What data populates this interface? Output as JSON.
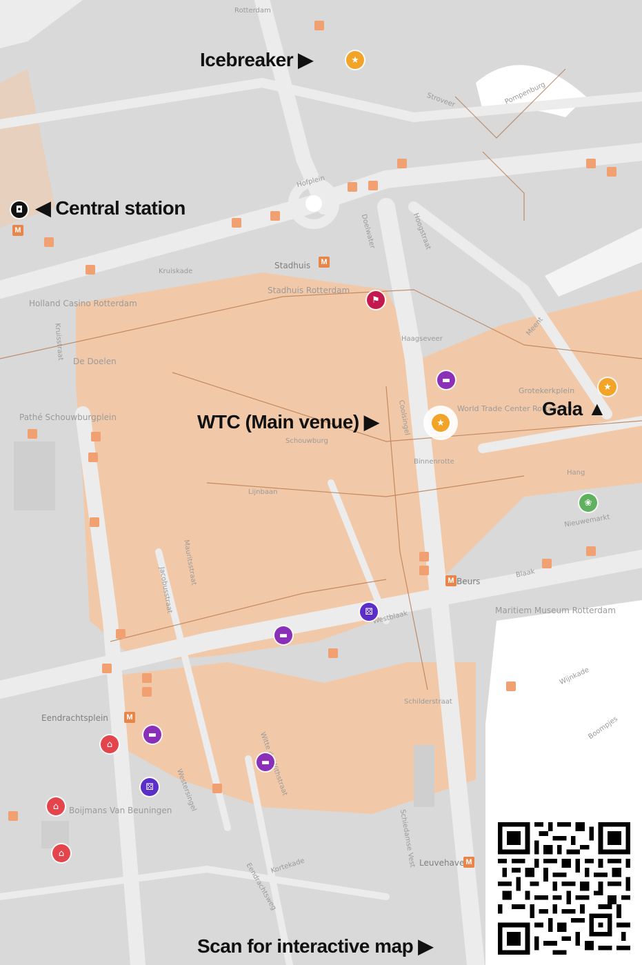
{
  "map": {
    "events": {
      "icebreaker": "Icebreaker ▶",
      "central_station": "◀ Central station",
      "wtc": "WTC (Main venue) ▶",
      "gala": "Gala ▲",
      "scan": "Scan for interactive map ▶"
    },
    "street_labels": {
      "rotterdam": "Rotterdam",
      "hofplein": "Hofplein",
      "pompenburg": "Pompenburg",
      "stroveer": "Stroveer",
      "stadhuis": "Stadhuis",
      "stadhuis_rotterdam": "Stadhuis Rotterdam",
      "holland_casino": "Holland Casino Rotterdam",
      "de_doelen": "De Doelen",
      "pathe": "Pathé Schouwburgplein",
      "beurs": "Beurs",
      "blaak": "Blaak",
      "westblaak": "Westblaak",
      "eendrachtsplein": "Eendrachtsplein",
      "leuvehaven": "Leuvehaven",
      "schiedamsevest": "Schiedamse Vest",
      "witte_de_withstraat": "Witte de Withstraat",
      "maritiem_museum": "Maritiem Museum Rotterdam",
      "world_trade_center": "World Trade Center Rotterdam",
      "grotekerkplein": "Grotekerkplein",
      "kruisstraat": "Kruisstraat",
      "mauritsstraat": "Mauritsstraat",
      "jacobusstraat": "Jacobusstraat",
      "westersingel": "Westersingel",
      "eendrachtsweg": "Eendrachtsweg",
      "schilderstraat": "Schilderstraat",
      "kortekade": "Kortekade",
      "wijnkade": "Wijnkade",
      "boompjes": "Boompjes",
      "meent": "Meent",
      "hoogstraat": "Hoogstraat",
      "coolsingel": "Coolsingel",
      "binnenrotte": "Binnenrotte",
      "doelwater": "Doelwater",
      "haagseveer": "Haagseveer",
      "kruiskade": "Kruiskade",
      "lijnbaan": "Lijnbaan",
      "schouwburg": "Schouwburg",
      "boijmans": "Boijmans Van Beuningen",
      "nieuwemarkt": "Nieuwemarkt",
      "hang": "Hang"
    },
    "colors": {
      "base": "#d9d9d9",
      "road": "#ececec",
      "pedestrian": "#f2c9a8",
      "water": "#ffffff",
      "highlight": "#f2a428"
    },
    "icons": {
      "star": "★",
      "bed": "▬",
      "dice": "⚄",
      "museum": "⌂",
      "town_hall": "⚑",
      "park": "❀",
      "train": "◘",
      "metro": "M"
    }
  }
}
